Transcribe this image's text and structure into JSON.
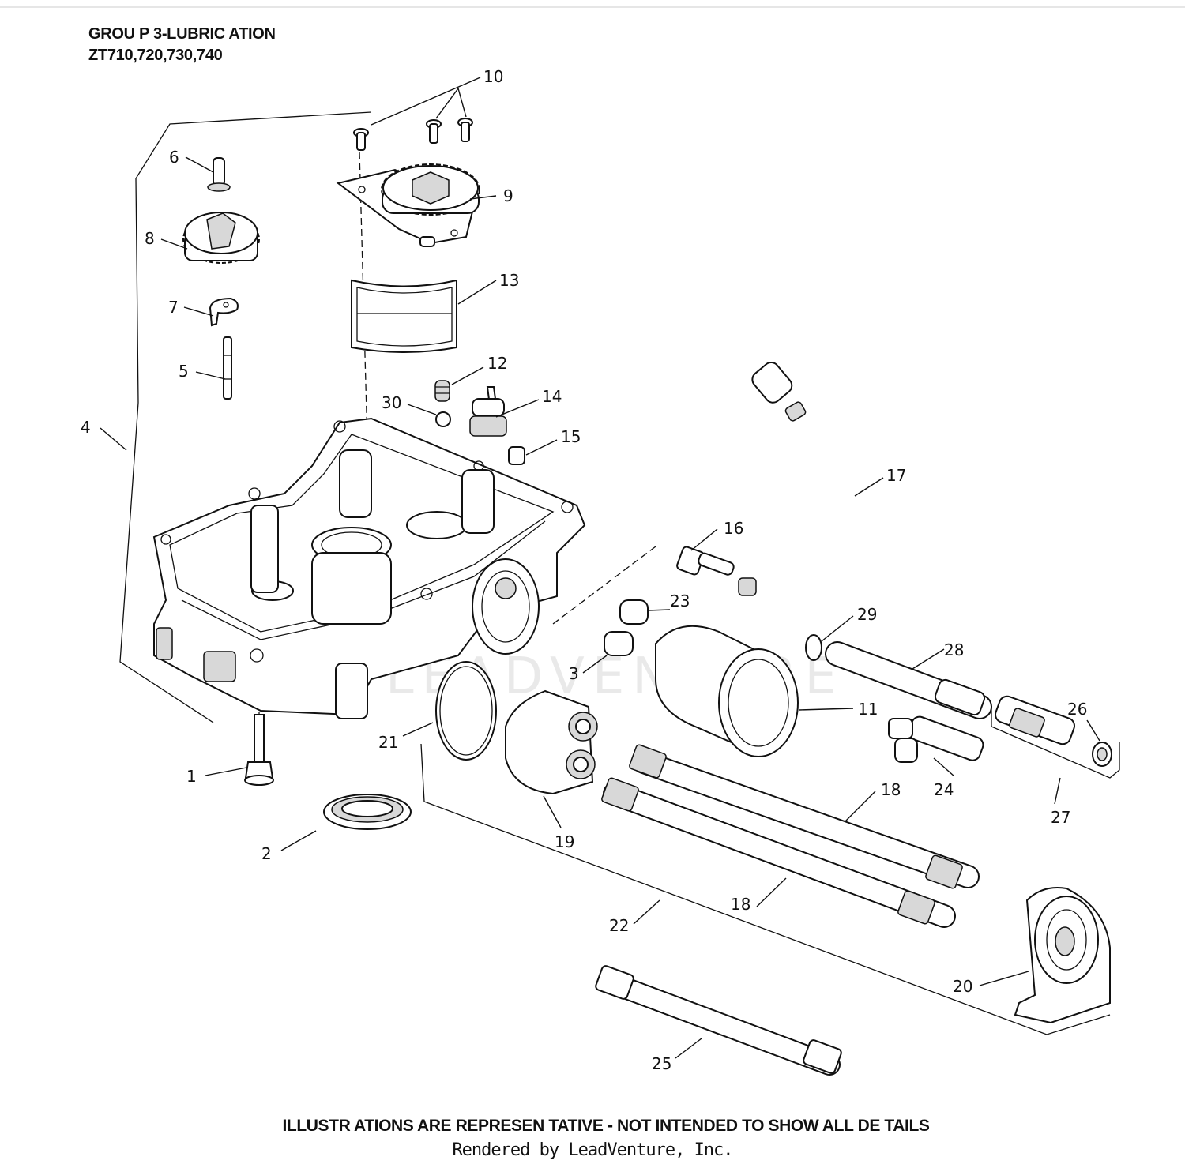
{
  "title": {
    "line1": "GROU P 3-LUBRIC ATION",
    "line2": "ZT710,720,730,740"
  },
  "watermark": "LEADVENTURE",
  "callouts": [
    {
      "id": "c1",
      "label": "1"
    },
    {
      "id": "c2",
      "label": "2"
    },
    {
      "id": "c3",
      "label": "3"
    },
    {
      "id": "c4",
      "label": "4"
    },
    {
      "id": "c5",
      "label": "5"
    },
    {
      "id": "c6",
      "label": "6"
    },
    {
      "id": "c7",
      "label": "7"
    },
    {
      "id": "c8",
      "label": "8"
    },
    {
      "id": "c9",
      "label": "9"
    },
    {
      "id": "c10",
      "label": "10"
    },
    {
      "id": "c11",
      "label": "11"
    },
    {
      "id": "c12",
      "label": "12"
    },
    {
      "id": "c13",
      "label": "13"
    },
    {
      "id": "c14",
      "label": "14"
    },
    {
      "id": "c15",
      "label": "15"
    },
    {
      "id": "c16",
      "label": "16"
    },
    {
      "id": "c17",
      "label": "17"
    },
    {
      "id": "c18a",
      "label": "18"
    },
    {
      "id": "c18b",
      "label": "18"
    },
    {
      "id": "c19",
      "label": "19"
    },
    {
      "id": "c20",
      "label": "20"
    },
    {
      "id": "c21",
      "label": "21"
    },
    {
      "id": "c22",
      "label": "22"
    },
    {
      "id": "c23",
      "label": "23"
    },
    {
      "id": "c24",
      "label": "24"
    },
    {
      "id": "c25",
      "label": "25"
    },
    {
      "id": "c26",
      "label": "26"
    },
    {
      "id": "c27",
      "label": "27"
    },
    {
      "id": "c28",
      "label": "28"
    },
    {
      "id": "c29",
      "label": "29"
    },
    {
      "id": "c30",
      "label": "30"
    }
  ],
  "footer": {
    "note": "ILLUSTR ATIONS ARE REPRESEN   TATIVE - NOT INTENDED    TO SHOW ALL DE TAILS",
    "credit": "Rendered by LeadVenture, Inc."
  }
}
